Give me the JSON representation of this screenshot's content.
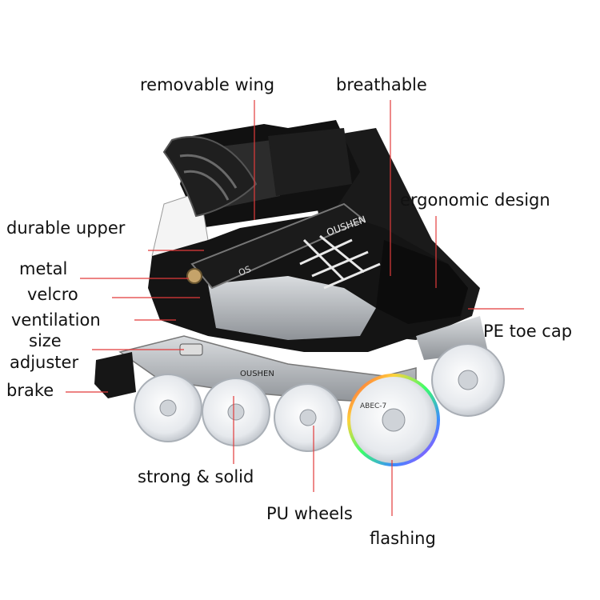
{
  "labels": {
    "removable_wing": "removable wing",
    "breathable": "breathable",
    "ergonomic_design": "ergonomic design",
    "durable_upper": "durable upper",
    "metal": "metal",
    "velcro": "velcro",
    "ventilation": "ventilation",
    "size": "size",
    "adjuster": "adjuster",
    "brake": "brake",
    "pe_toe_cap": "PE toe cap",
    "strong_solid": "strong & solid",
    "pu_wheels": "PU wheels",
    "flashing": "flashing"
  },
  "product_marks": {
    "brand_front": "OUSHEN",
    "bearing": "ABEC-7",
    "strap": "OS"
  },
  "colors": {
    "leader_line": "#e23b3b",
    "boot_black": "#151515",
    "boot_silver": "#b9bcc0",
    "wheel": "#e9ecf0"
  }
}
